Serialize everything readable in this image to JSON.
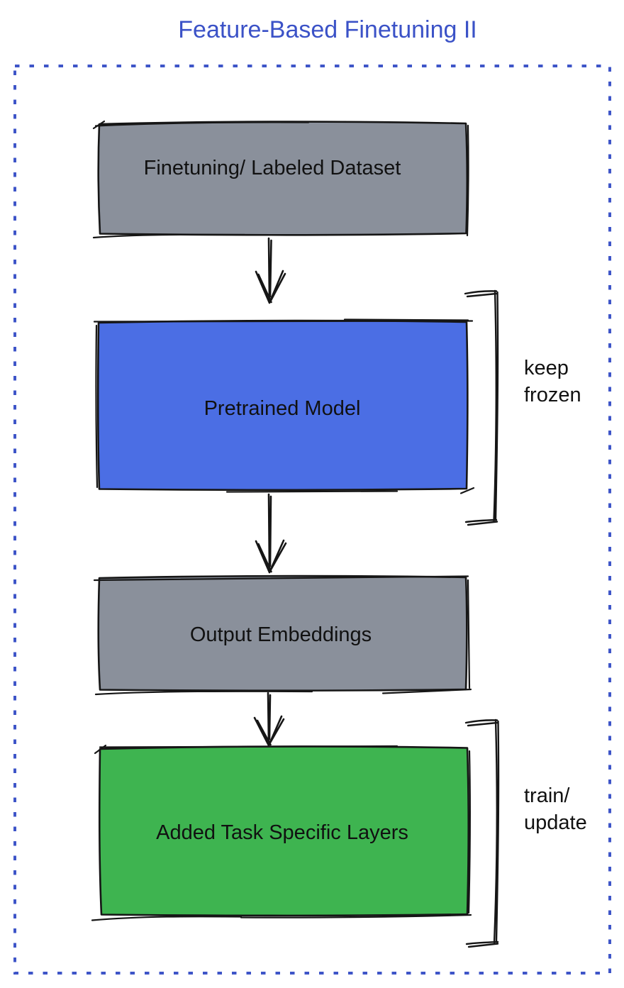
{
  "title": {
    "text": "Feature-Based Finetuning II",
    "color": "#3b52c7"
  },
  "canvas": {
    "background": "#ffffff",
    "ink": "#161616",
    "text_color": "#111111"
  },
  "frame": {
    "border_color": "#3e55c8"
  },
  "nodes": [
    {
      "id": "finetuning-dataset",
      "label": "Finetuning/ Labeled Dataset",
      "fill": "#8a909b"
    },
    {
      "id": "pretrained-model",
      "label": "Pretrained Model",
      "fill": "#4b6ee4"
    },
    {
      "id": "output-embeddings",
      "label": "Output Embeddings",
      "fill": "#8a909b"
    },
    {
      "id": "added-task-layers",
      "label": "Added Task Specific Layers",
      "fill": "#3eb450"
    }
  ],
  "annotations": [
    {
      "target": "pretrained-model",
      "lines": [
        "keep",
        "frozen"
      ]
    },
    {
      "target": "added-task-layers",
      "lines": [
        "train/",
        "update"
      ]
    }
  ],
  "connectors": [
    {
      "from": "finetuning-dataset",
      "to": "pretrained-model",
      "type": "arrow-down"
    },
    {
      "from": "pretrained-model",
      "to": "output-embeddings",
      "type": "arrow-down"
    },
    {
      "from": "output-embeddings",
      "to": "added-task-layers",
      "type": "arrow-down"
    }
  ]
}
